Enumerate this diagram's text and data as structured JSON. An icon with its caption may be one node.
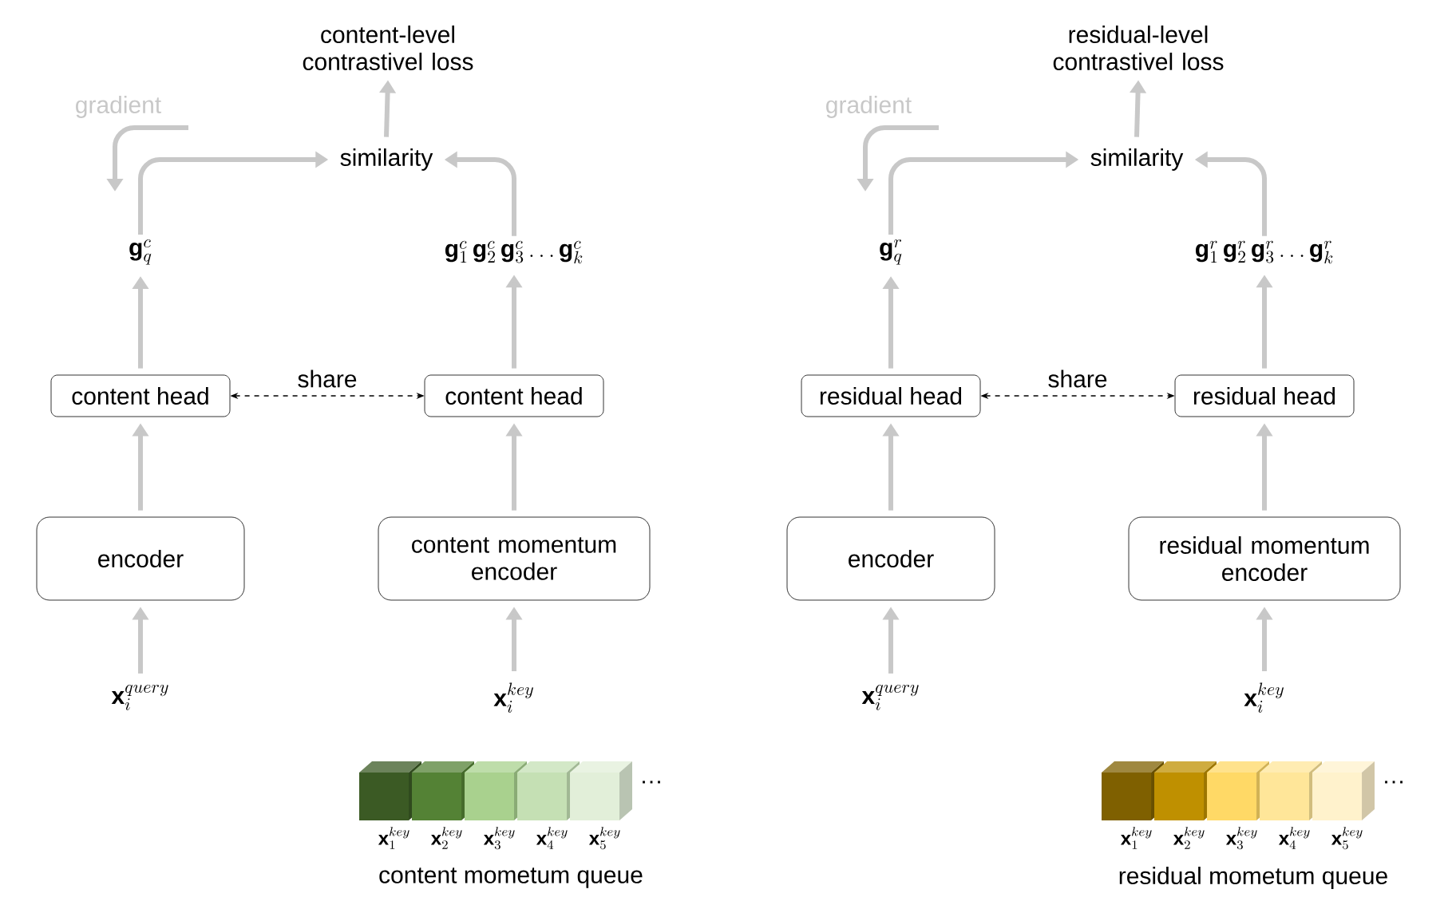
{
  "diagram": {
    "nodes": [
      {
        "text": [
          "content-level contrastivel loss"
        ]
      },
      {
        "text": [
          "similarity"
        ]
      },
      {
        "text": [
          "\\mathbf{g}_q^c"
        ]
      },
      {
        "text": [
          "\\mathbf{g}_1^c\\,\\mathbf{g}_2^c\\,\\mathbf{g}_3^c \\dots \\mathbf{g}_k^c"
        ]
      },
      {
        "text": [
          "content head"
        ]
      },
      {
        "text": [
          "content head"
        ]
      },
      {
        "text": [
          "encoder"
        ]
      },
      {
        "text": [
          "content momentum encoder"
        ]
      },
      {
        "text": [
          "\\mathbf{x}_i^{query}"
        ]
      },
      {
        "text": [
          "\\mathbf{x}_i^{key}"
        ]
      },
      {
        "text": [
          "residual-level contrastivel loss"
        ]
      },
      {
        "text": [
          "similarity"
        ]
      },
      {
        "text": [
          "\\mathbf{g}_q^r"
        ]
      },
      {
        "text": [
          "\\mathbf{g}_1^r\\,\\mathbf{g}_2^r\\,\\mathbf{g}_3^r \\dots \\mathbf{g}_k^r"
        ]
      },
      {
        "text": [
          "residual head"
        ]
      },
      {
        "text": [
          "residual head"
        ]
      },
      {
        "text": [
          "encoder"
        ]
      },
      {
        "text": [
          "residual momentum encoder"
        ]
      },
      {
        "text": [
          "\\mathbf{x}_i^{query}"
        ]
      },
      {
        "text": [
          "\\mathbf{x}_i^{key}"
        ]
      }
    ],
    "edges": [
      {
        "from": 8,
        "to": 6,
        "arrow": "to"
      },
      {
        "from": 6,
        "to": 4,
        "arrow": "to"
      },
      {
        "from": 4,
        "to": 2,
        "arrow": "to"
      },
      {
        "from": 2,
        "to": 1,
        "arrow": "to"
      },
      {
        "from": 9,
        "to": 7,
        "arrow": "to"
      },
      {
        "from": 7,
        "to": 5,
        "arrow": "to"
      },
      {
        "from": 5,
        "to": 3,
        "arrow": "to"
      },
      {
        "from": 3,
        "to": 1,
        "arrow": "to"
      },
      {
        "from": 1,
        "to": 0,
        "arrow": "to"
      },
      {
        "from": 4,
        "to": 5,
        "arrow": "both",
        "label": "share",
        "style": "dashed",
        "color": "#000000"
      },
      {
        "from": 18,
        "to": 16,
        "arrow": "to"
      },
      {
        "from": 16,
        "to": 14,
        "arrow": "to"
      },
      {
        "from": 14,
        "to": 12,
        "arrow": "to"
      },
      {
        "from": 12,
        "to": 11,
        "arrow": "to"
      },
      {
        "from": 19,
        "to": 17,
        "arrow": "to"
      },
      {
        "from": 17,
        "to": 15,
        "arrow": "to"
      },
      {
        "from": 15,
        "to": 13,
        "arrow": "to"
      },
      {
        "from": 13,
        "to": 11,
        "arrow": "to"
      },
      {
        "from": 11,
        "to": 10,
        "arrow": "to"
      },
      {
        "from": 14,
        "to": 15,
        "arrow": "both",
        "label": "share",
        "style": "dashed",
        "color": "#000000"
      }
    ],
    "labels": [
      "gradient",
      "\\mathbf{x}_1^{key}",
      "\\mathbf{x}_2^{key}",
      "\\mathbf{x}_3^{key}",
      "\\mathbf{x}_4^{key}",
      "\\mathbf{x}_5^{key}",
      "…",
      "content mometum queue",
      "gradient",
      "\\mathbf{x}_1^{key}",
      "\\mathbf{x}_2^{key}",
      "\\mathbf{x}_3^{key}",
      "\\mathbf{x}_4^{key}",
      "\\mathbf{x}_5^{key}",
      "…",
      "residual mometum queue"
    ]
  }
}
